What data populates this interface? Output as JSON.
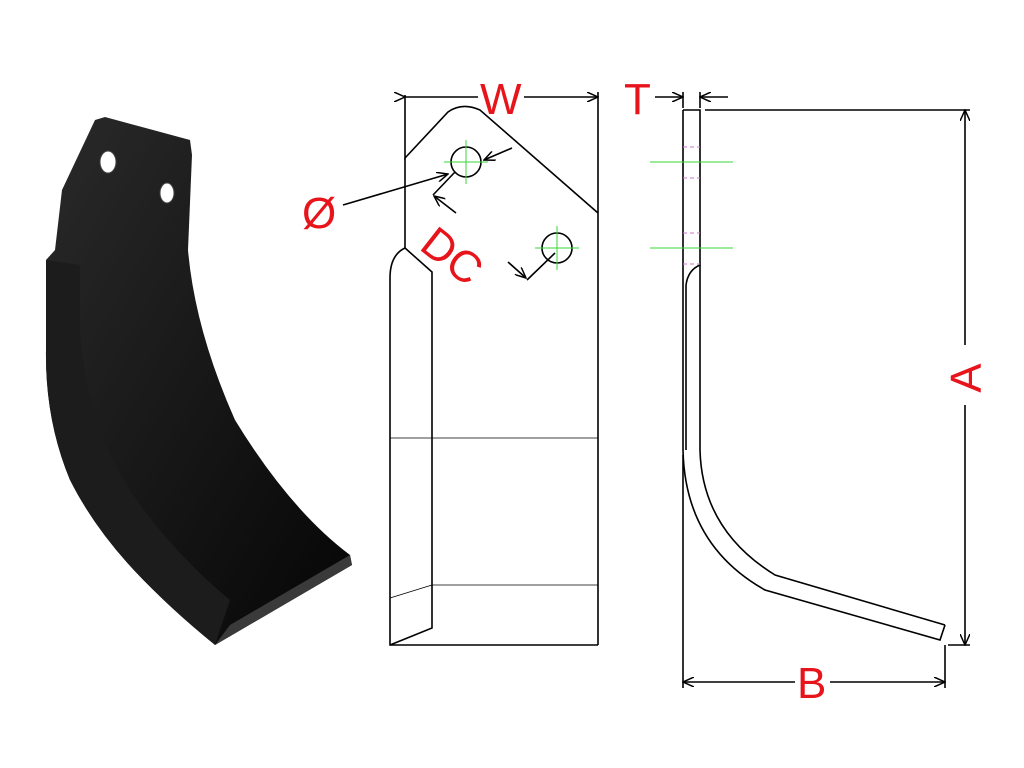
{
  "labels": {
    "width": "W",
    "thickness": "T",
    "hole_diameter": "Ø",
    "hole_distance": "DC",
    "height": "A",
    "reach": "B"
  },
  "colors": {
    "dimension_text": "#e8141b",
    "centerline": "#3ad63a",
    "hidden_line": "#d070d0",
    "outline": "#000000",
    "blade": "#111111"
  }
}
